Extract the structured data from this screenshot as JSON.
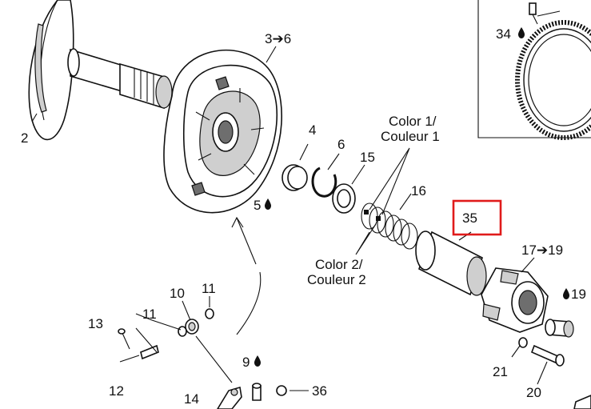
{
  "labels": {
    "l34": "34",
    "l3_6": "3➔6",
    "l2": "2",
    "l4": "4",
    "l6": "6",
    "l15": "15",
    "l5": "5",
    "color1": "Color 1/",
    "couleur1": "Couleur 1",
    "l16": "16",
    "l35": "35",
    "l17_19": "17➔19",
    "color2": "Color 2/",
    "couleur2": "Couleur 2",
    "l19": "19",
    "l10": "10",
    "l11a": "11",
    "l13": "13",
    "l11b": "11",
    "l21": "21",
    "l12": "12",
    "l9": "9",
    "l36": "36",
    "l20": "20",
    "l14": "14"
  },
  "highlight_color": "#e01b1b",
  "icons": {
    "lubricant": "oil-drop-icon",
    "arrow": "arrow-right-icon"
  }
}
